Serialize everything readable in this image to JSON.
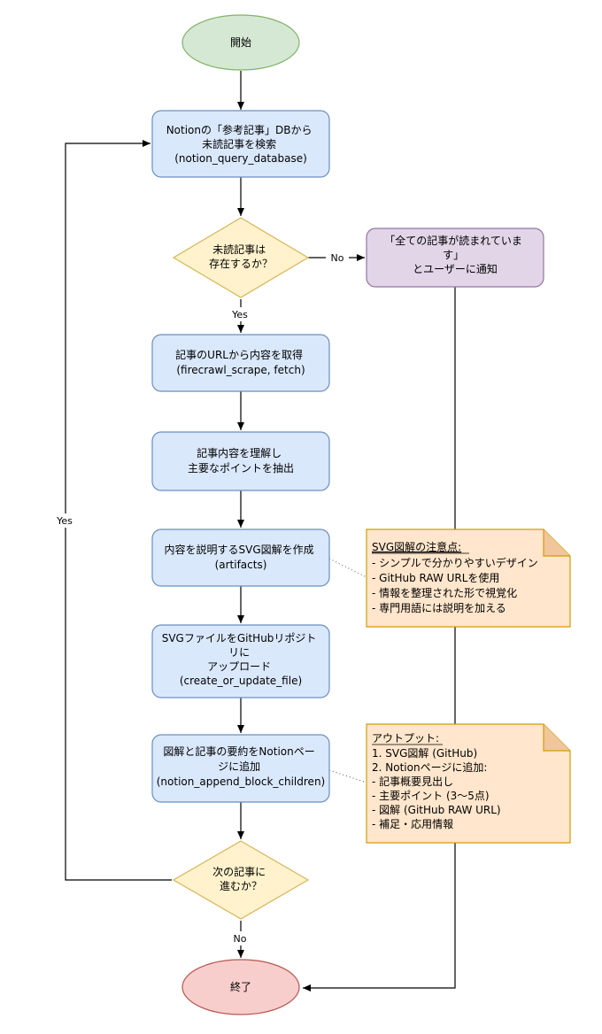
{
  "nodes": {
    "start": {
      "label": "開始",
      "fill": "#d5e8d4",
      "stroke": "#82b366"
    },
    "query_db": {
      "lines": [
        "Notionの「参考記事」DBから",
        "未読記事を検索",
        "(notion_query_database)"
      ],
      "fill": "#dae8fc",
      "stroke": "#6c8ebf"
    },
    "has_unread": {
      "lines": [
        "未読記事は",
        "存在するか？"
      ],
      "fill": "#fff2cc",
      "stroke": "#d6b656"
    },
    "notify_user": {
      "lines": [
        "「全ての記事が読まれていま",
        "す」",
        "とユーザーに通知"
      ],
      "fill": "#e1d5e7",
      "stroke": "#9673a6"
    },
    "fetch_content": {
      "lines": [
        "記事のURLから内容を取得",
        "(firecrawl_scrape, fetch)"
      ],
      "fill": "#dae8fc",
      "stroke": "#6c8ebf"
    },
    "understand": {
      "lines": [
        "記事内容を理解し",
        "主要なポイントを抽出"
      ],
      "fill": "#dae8fc",
      "stroke": "#6c8ebf"
    },
    "create_svg": {
      "lines": [
        "内容を説明するSVG図解を作成",
        "(artifacts)"
      ],
      "fill": "#dae8fc",
      "stroke": "#6c8ebf"
    },
    "upload_svg": {
      "lines": [
        "SVGファイルをGitHubリポジト",
        "リに",
        "アップロード",
        "(create_or_update_file)"
      ],
      "fill": "#dae8fc",
      "stroke": "#6c8ebf"
    },
    "append_notion": {
      "lines": [
        "図解と記事の要約をNotionペー",
        "ジに追加",
        "(notion_append_block_children)"
      ],
      "fill": "#dae8fc",
      "stroke": "#6c8ebf"
    },
    "next_article": {
      "lines": [
        "次の記事に",
        "進むか？"
      ],
      "fill": "#fff2cc",
      "stroke": "#d6b656"
    },
    "end": {
      "label": "終了",
      "fill": "#f8cecc",
      "stroke": "#b85450"
    }
  },
  "notes": {
    "svg_notes": {
      "title": "SVG図解の注意点:",
      "items": [
        "- シンプルで分かりやすいデザイン",
        "- GitHub RAW URLを使用",
        "- 情報を整理された形で視覚化",
        "- 専門用語には説明を加える"
      ],
      "fill": "#ffe6cc",
      "stroke": "#d79b00"
    },
    "output_notes": {
      "title": "アウトプット:",
      "items": [
        "1. SVG図解 (GitHub)",
        "2. Notionページに追加:",
        "- 記事概要見出し",
        "- 主要ポイント (3〜5点)",
        "- 図解 (GitHub RAW URL)",
        "- 補足・応用情報"
      ],
      "fill": "#ffe6cc",
      "stroke": "#d79b00"
    }
  },
  "edge_labels": {
    "no_unread": "No",
    "yes_unread": "Yes",
    "yes_loop": "Yes",
    "no_end": "No"
  },
  "colors": {
    "edge": "#000000",
    "note_link": "#555555"
  }
}
